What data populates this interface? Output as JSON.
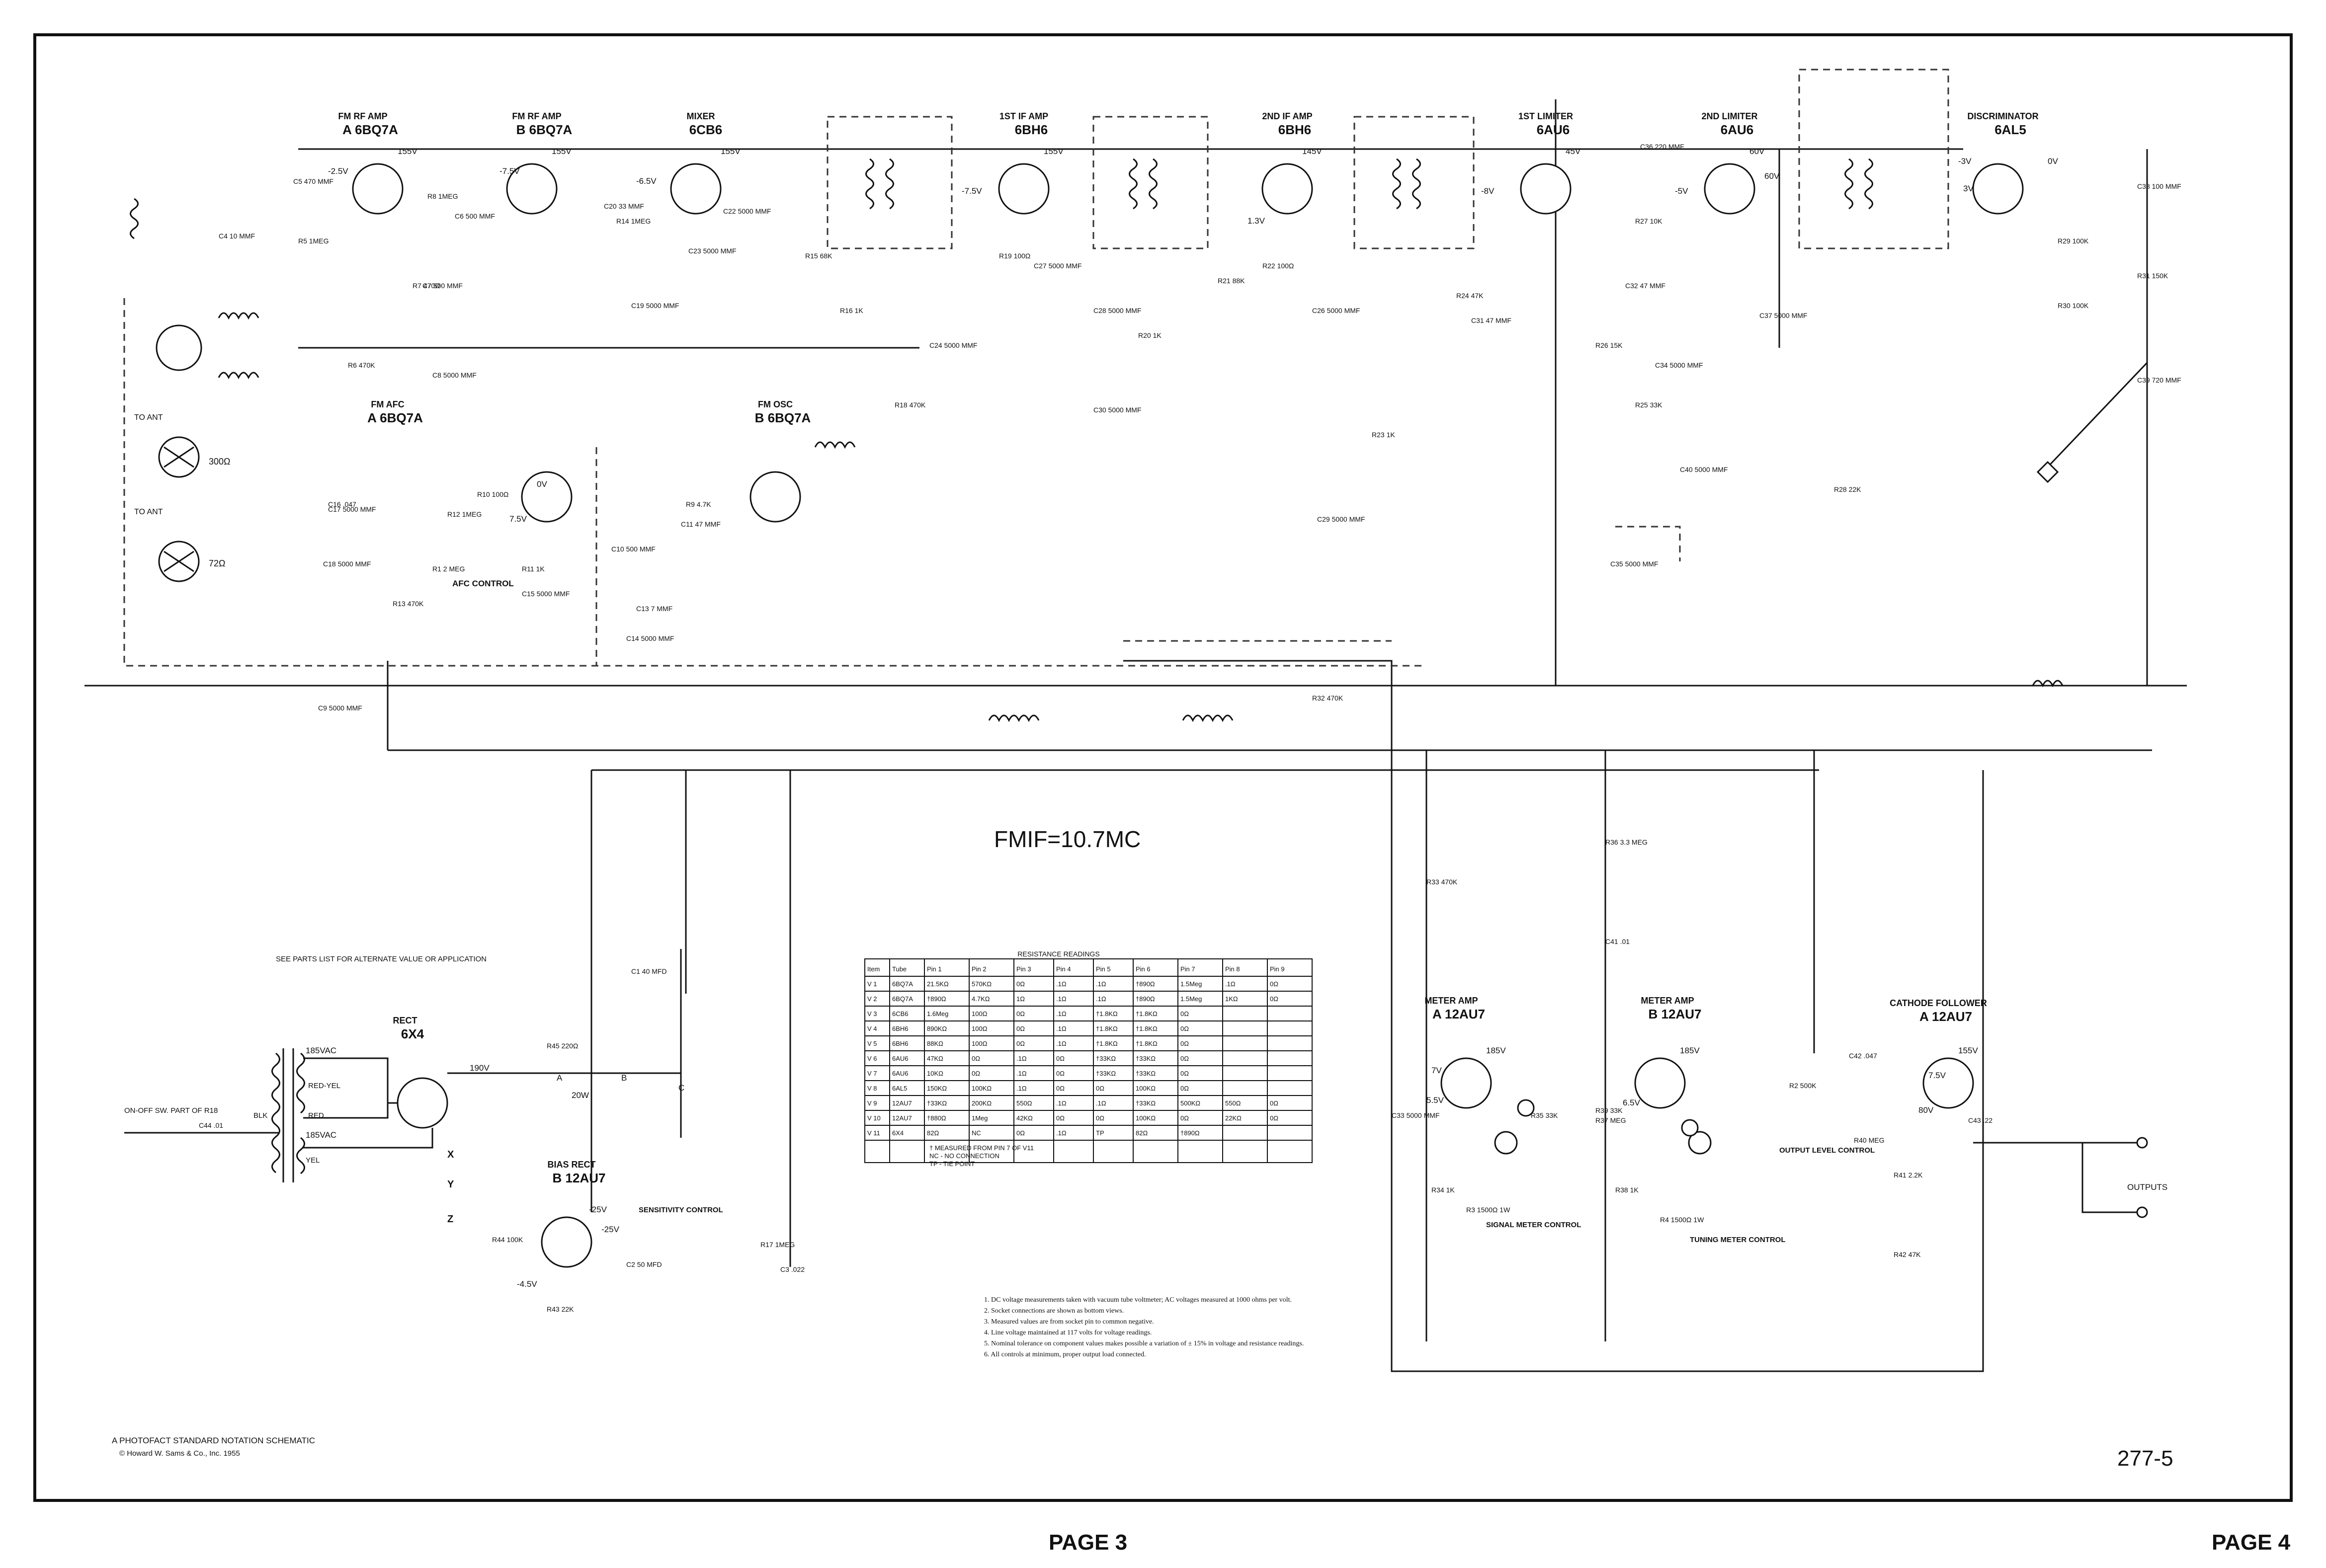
{
  "title_block": {
    "line1": "A PHOTOFACT STANDARD NOTATION SCHEMATIC",
    "line2": "© Howard W. Sams & Co., Inc. 1955"
  },
  "fmif_label": "FMIF=10.7MC",
  "drawing_number": "277-5",
  "page_left": "PAGE 3",
  "page_right": "PAGE 4",
  "note_see_parts": "SEE PARTS LIST FOR ALTERNATE VALUE OR APPLICATION",
  "tubes": [
    {
      "function": "FM RF AMP",
      "ref": "V1",
      "type": "A 6BQ7A"
    },
    {
      "function": "FM RF AMP",
      "ref": "V1",
      "type": "B 6BQ7A"
    },
    {
      "function": "MIXER",
      "ref": "V3",
      "type": "6CB6"
    },
    {
      "function": "1ST IF AMP",
      "ref": "V4",
      "type": "6BH6"
    },
    {
      "function": "2ND IF AMP",
      "ref": "V5",
      "type": "6BH6"
    },
    {
      "function": "1ST LIMITER",
      "ref": "V6",
      "type": "6AU6"
    },
    {
      "function": "2ND LIMITER",
      "ref": "V7",
      "type": "6AU6"
    },
    {
      "function": "DISCRIMINATOR",
      "ref": "V8",
      "type": "6AL5"
    },
    {
      "function": "FM AFC",
      "ref": "V2",
      "type": "A 6BQ7A"
    },
    {
      "function": "FM OSC",
      "ref": "V2",
      "type": "B 6BQ7A"
    },
    {
      "function": "RECT",
      "ref": "V11",
      "type": "6X4"
    },
    {
      "function": "BIAS RECT",
      "ref": "V10",
      "type": "B 12AU7"
    },
    {
      "function": "METER AMP",
      "ref": "V9",
      "type": "A 12AU7"
    },
    {
      "function": "METER AMP",
      "ref": "V9",
      "type": "B 12AU7"
    },
    {
      "function": "CATHODE FOLLOWER",
      "ref": "V10",
      "type": "A 12AU7"
    }
  ],
  "voltages": [
    "155V",
    "155V",
    "155V",
    "155V",
    "145V",
    "45V",
    "60V",
    "60V",
    "0V",
    "-2.5V",
    "-7.5V",
    "-6.5V",
    "-7.5V",
    "-8V",
    "-5V",
    "-3V",
    "3V",
    "1.3V",
    "7.5V",
    "0V",
    "190V",
    "185VAC",
    "185VAC",
    "-25V",
    "-25V",
    "-4.5V",
    "7V",
    "5.5V",
    "185V",
    "6.5V",
    "185V",
    "7.5V",
    "80V",
    "155V"
  ],
  "labels": {
    "to_ant_1": "TO ANT",
    "to_ant_2": "TO ANT",
    "ohm_300": "300Ω",
    "ohm_72": "72Ω",
    "afc_control": "AFC CONTROL",
    "sensitivity_control": "SENSITIVITY CONTROL",
    "signal_meter_control": "SIGNAL METER CONTROL",
    "tuning_meter_control": "TUNING METER CONTROL",
    "output_level_control": "OUTPUT LEVEL CONTROL",
    "outputs": "OUTPUTS",
    "on_off_sw": "ON-OFF SW. PART OF R18",
    "red": "RED",
    "red_yel": "RED-YEL",
    "blk": "BLK",
    "yel": "YEL",
    "x": "X",
    "y": "Y",
    "z": "Z",
    "a": "A",
    "b": "B",
    "c": "C",
    "r20w": "20W"
  },
  "resistance_table": {
    "title": "RESISTANCE READINGS",
    "headers": [
      "Item",
      "Tube",
      "Pin 1",
      "Pin 2",
      "Pin 3",
      "Pin 4",
      "Pin 5",
      "Pin 6",
      "Pin 7",
      "Pin 8",
      "Pin 9"
    ],
    "rows": [
      [
        "V 1",
        "6BQ7A",
        "21.5KΩ",
        "570KΩ",
        "0Ω",
        ".1Ω",
        ".1Ω",
        "†890Ω",
        "1.5Meg",
        ".1Ω",
        "0Ω"
      ],
      [
        "V 2",
        "6BQ7A",
        "†890Ω",
        "4.7KΩ",
        "1Ω",
        ".1Ω",
        ".1Ω",
        "†890Ω",
        "1.5Meg",
        "1KΩ",
        "0Ω"
      ],
      [
        "V 3",
        "6CB6",
        "1.6Meg",
        "100Ω",
        "0Ω",
        ".1Ω",
        "†1.8KΩ",
        "†1.8KΩ",
        "0Ω",
        "",
        ""
      ],
      [
        "V 4",
        "6BH6",
        "890KΩ",
        "100Ω",
        "0Ω",
        ".1Ω",
        "†1.8KΩ",
        "†1.8KΩ",
        "0Ω",
        "",
        ""
      ],
      [
        "V 5",
        "6BH6",
        "88KΩ",
        "100Ω",
        "0Ω",
        ".1Ω",
        "†1.8KΩ",
        "†1.8KΩ",
        "0Ω",
        "",
        ""
      ],
      [
        "V 6",
        "6AU6",
        "47KΩ",
        "0Ω",
        ".1Ω",
        "0Ω",
        "†33KΩ",
        "†33KΩ",
        "0Ω",
        "",
        ""
      ],
      [
        "V 7",
        "6AU6",
        "10KΩ",
        "0Ω",
        ".1Ω",
        "0Ω",
        "†33KΩ",
        "†33KΩ",
        "0Ω",
        "",
        ""
      ],
      [
        "V 8",
        "6AL5",
        "150KΩ",
        "100KΩ",
        ".1Ω",
        "0Ω",
        "0Ω",
        "100KΩ",
        "0Ω",
        "",
        ""
      ],
      [
        "V 9",
        "12AU7",
        "†33KΩ",
        "200KΩ",
        "550Ω",
        ".1Ω",
        ".1Ω",
        "†33KΩ",
        "500KΩ",
        "550Ω",
        "0Ω"
      ],
      [
        "V 10",
        "12AU7",
        "†880Ω",
        "1Meg",
        "42KΩ",
        "0Ω",
        "0Ω",
        "100KΩ",
        "0Ω",
        "22KΩ",
        "0Ω"
      ],
      [
        "V 11",
        "6X4",
        "82Ω",
        "NC",
        "0Ω",
        ".1Ω",
        "TP",
        "82Ω",
        "†890Ω",
        "",
        ""
      ]
    ],
    "footnotes": [
      "† MEASURED FROM PIN 7 OF V11",
      "NC - NO CONNECTION",
      "TP - TIE POINT"
    ]
  },
  "notes": [
    "1. DC voltage measurements taken with vacuum tube voltmeter; AC voltages measured at 1000 ohms per volt.",
    "2. Socket connections are shown as bottom views.",
    "3. Measured values are from socket pin to common negative.",
    "4. Line voltage maintained at 117 volts for voltage readings.",
    "5. Nominal tolerance on component values makes possible a variation of ± 15% in voltage and resistance readings.",
    "6. All controls at minimum, proper output load connected."
  ],
  "components": {
    "resistors": [
      {
        "ref": "R5",
        "value": "1MEG"
      },
      {
        "ref": "R7",
        "value": "470Ω"
      },
      {
        "ref": "R6",
        "value": "470K"
      },
      {
        "ref": "R8",
        "value": "1MEG"
      },
      {
        "ref": "R14",
        "value": "1MEG"
      },
      {
        "ref": "R15",
        "value": "68K"
      },
      {
        "ref": "R16",
        "value": "1K"
      },
      {
        "ref": "R18",
        "value": "470K"
      },
      {
        "ref": "R19",
        "value": "100Ω"
      },
      {
        "ref": "R20",
        "value": "1K"
      },
      {
        "ref": "R21",
        "value": "88K"
      },
      {
        "ref": "R22",
        "value": "100Ω"
      },
      {
        "ref": "R23",
        "value": "1K"
      },
      {
        "ref": "R24",
        "value": "47K"
      },
      {
        "ref": "R25",
        "value": "33K"
      },
      {
        "ref": "R26",
        "value": "15K"
      },
      {
        "ref": "R27",
        "value": "10K"
      },
      {
        "ref": "R28",
        "value": "22K"
      },
      {
        "ref": "R29",
        "value": "100K"
      },
      {
        "ref": "R30",
        "value": "100K"
      },
      {
        "ref": "R31",
        "value": "150K"
      },
      {
        "ref": "R32",
        "value": "470K"
      },
      {
        "ref": "R33",
        "value": "470K"
      },
      {
        "ref": "R10",
        "value": "100Ω"
      },
      {
        "ref": "R12",
        "value": "1MEG"
      },
      {
        "ref": "R1",
        "value": "2 MEG"
      },
      {
        "ref": "R11",
        "value": "1K"
      },
      {
        "ref": "R13",
        "value": "470K"
      },
      {
        "ref": "R9",
        "value": "4.7K"
      },
      {
        "ref": "R45",
        "value": "220Ω"
      },
      {
        "ref": "R44",
        "value": "100K"
      },
      {
        "ref": "R43",
        "value": "22K"
      },
      {
        "ref": "R17",
        "value": "1MEG"
      },
      {
        "ref": "R36",
        "value": "3.3 MEG"
      },
      {
        "ref": "R35",
        "value": "33K"
      },
      {
        "ref": "R34",
        "value": "1K"
      },
      {
        "ref": "R38",
        "value": "1K"
      },
      {
        "ref": "R39",
        "value": "33K"
      },
      {
        "ref": "R37",
        "value": "MEG"
      },
      {
        "ref": "R2",
        "value": "500K"
      },
      {
        "ref": "R40",
        "value": "MEG"
      },
      {
        "ref": "R41",
        "value": "2.2K"
      },
      {
        "ref": "R42",
        "value": "47K"
      },
      {
        "ref": "R3",
        "value": "1500Ω 1W"
      },
      {
        "ref": "R4",
        "value": "1500Ω 1W"
      }
    ],
    "capacitors": [
      {
        "ref": "C5",
        "value": "470 MMF"
      },
      {
        "ref": "C4",
        "value": "10 MMF"
      },
      {
        "ref": "C6",
        "value": "500 MMF"
      },
      {
        "ref": "C7",
        "value": "500 MMF"
      },
      {
        "ref": "C8",
        "value": "5000 MMF"
      },
      {
        "ref": "C20",
        "value": "33 MMF"
      },
      {
        "ref": "C22",
        "value": "5000 MMF"
      },
      {
        "ref": "C23",
        "value": "5000 MMF"
      },
      {
        "ref": "C19",
        "value": "5000 MMF"
      },
      {
        "ref": "C24",
        "value": "5000 MMF"
      },
      {
        "ref": "C27",
        "value": "5000 MMF"
      },
      {
        "ref": "C28",
        "value": "5000 MMF"
      },
      {
        "ref": "C30",
        "value": "5000 MMF"
      },
      {
        "ref": "C26",
        "value": "5000 MMF"
      },
      {
        "ref": "C29",
        "value": "5000 MMF"
      },
      {
        "ref": "C31",
        "value": "47 MMF"
      },
      {
        "ref": "C36",
        "value": "220 MMF"
      },
      {
        "ref": "C32",
        "value": "47 MMF"
      },
      {
        "ref": "C34",
        "value": "5000 MMF"
      },
      {
        "ref": "C37",
        "value": "5000 MMF"
      },
      {
        "ref": "C40",
        "value": "5000 MMF"
      },
      {
        "ref": "C35",
        "value": "5000 MMF"
      },
      {
        "ref": "C38",
        "value": "100 MMF"
      },
      {
        "ref": "C39",
        "value": "720 MMF"
      },
      {
        "ref": "C17",
        "value": "5000 MMF"
      },
      {
        "ref": "C18",
        "value": "5000 MMF"
      },
      {
        "ref": "C15",
        "value": "5000 MMF"
      },
      {
        "ref": "C10",
        "value": "500 MMF"
      },
      {
        "ref": "C11",
        "value": "47 MMF"
      },
      {
        "ref": "C13",
        "value": "7 MMF"
      },
      {
        "ref": "C14",
        "value": "5000 MMF"
      },
      {
        "ref": "C9",
        "value": "5000 MMF"
      },
      {
        "ref": "C16",
        "value": ".047"
      },
      {
        "ref": "C1",
        "value": "40 MFD"
      },
      {
        "ref": "C44",
        "value": ".01"
      },
      {
        "ref": "C2",
        "value": "50 MFD"
      },
      {
        "ref": "C3",
        "value": ".022"
      },
      {
        "ref": "C41",
        "value": ".01"
      },
      {
        "ref": "C42",
        "value": ".047"
      },
      {
        "ref": "C43",
        "value": ".22"
      },
      {
        "ref": "C33",
        "value": "5000 MMF"
      }
    ]
  }
}
